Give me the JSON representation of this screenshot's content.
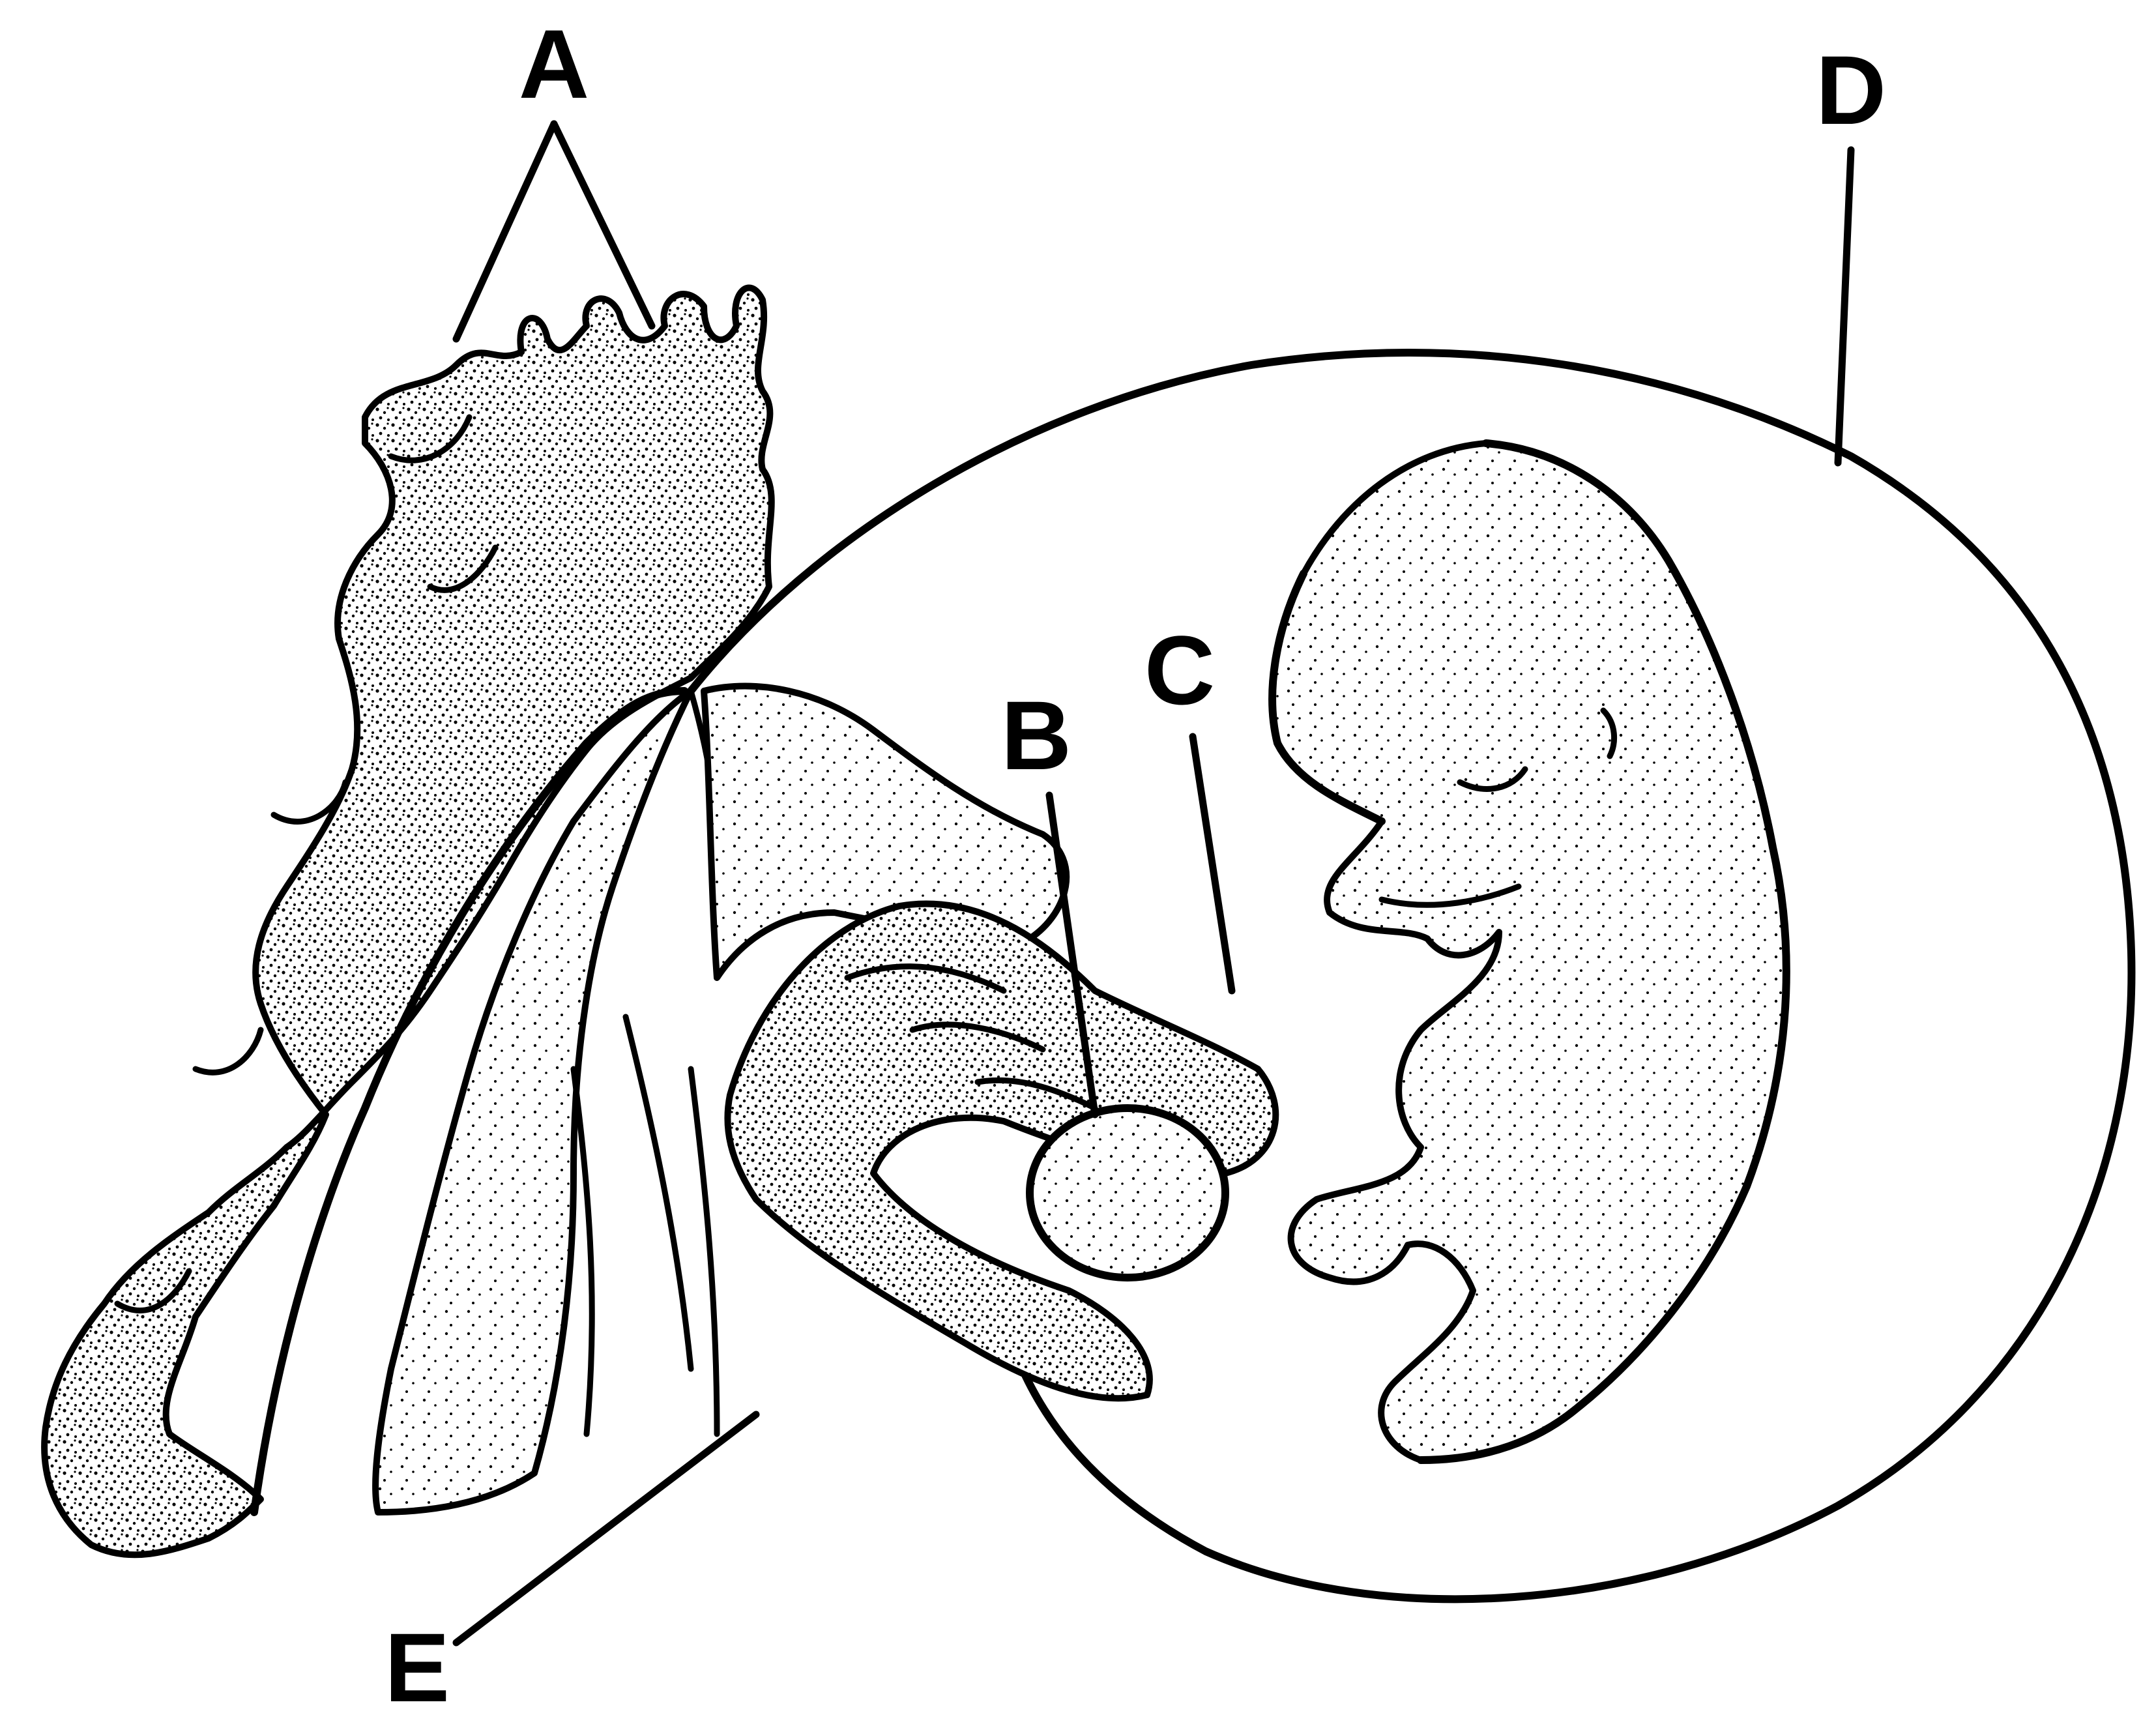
{
  "labels": {
    "a": "A",
    "b": "B",
    "c": "C",
    "d": "D",
    "e": "E"
  },
  "colors": {
    "ink": "#000000",
    "paper": "#ffffff",
    "stipple": "#000000"
  }
}
